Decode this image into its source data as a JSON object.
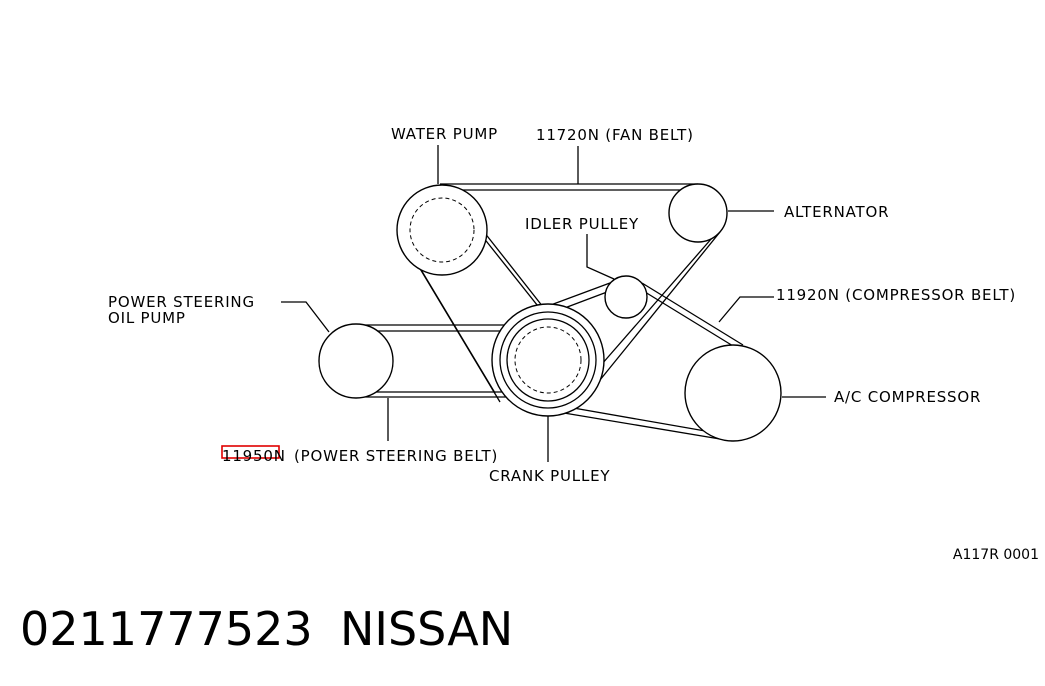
{
  "diagram": {
    "labels": {
      "water_pump": "WATER PUMP",
      "fan_belt": "11720N (FAN BELT)",
      "alternator": "ALTERNATOR",
      "idler_pulley": "IDLER PULLEY",
      "compressor_belt": "11920N (COMPRESSOR BELT)",
      "ps_pump_line1": "POWER STEERING",
      "ps_pump_line2": "OIL PUMP",
      "ac_compressor": "A/C COMPRESSOR",
      "ps_belt_part": "11950N",
      "ps_belt_desc": "(POWER STEERING BELT)",
      "crank_pulley": "CRANK PULLEY",
      "figure_ref": "A117R 0001"
    },
    "highlight_color": "#e00000",
    "line_color": "#000000"
  },
  "footer": {
    "part_number": "0211777523",
    "brand": "NISSAN"
  }
}
